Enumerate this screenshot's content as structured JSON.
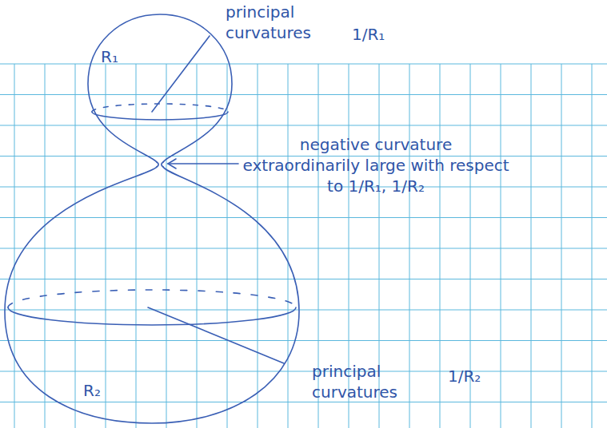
{
  "diagram": {
    "labels": [
      "principal curvatures",
      "1/R₁",
      "R₁",
      "negative curvature extraordinarily large with respect to 1/R₁, 1/R₂",
      "R₂",
      "principal curvatures",
      "1/R₂"
    ]
  }
}
